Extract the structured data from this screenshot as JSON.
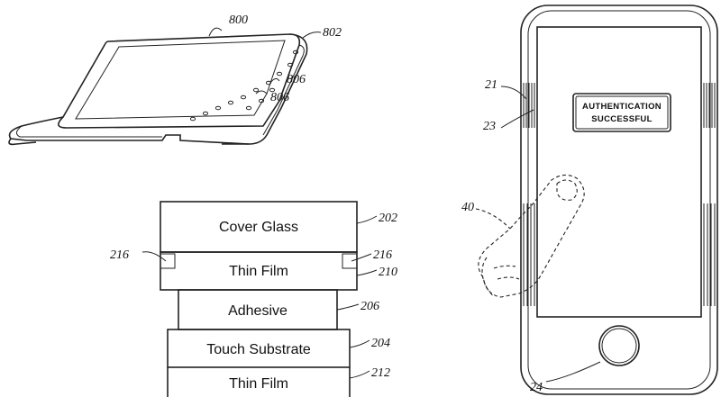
{
  "figure_a": {
    "ref_device": "800",
    "ref_edge": "802",
    "ref_holes_1": "806",
    "ref_holes_2": "806"
  },
  "figure_b": {
    "layers": {
      "cover_glass": "Cover Glass",
      "thin_film_top": "Thin Film",
      "adhesive": "Adhesive",
      "touch_substrate": "Touch Substrate",
      "thin_film_bottom": "Thin Film"
    },
    "refs": {
      "cover_glass": "202",
      "gap_left": "216",
      "gap_right": "216",
      "thin_film_top": "210",
      "adhesive": "206",
      "touch_substrate": "204",
      "thin_film_bottom": "212"
    }
  },
  "figure_c": {
    "screen_message_line1": "AUTHENTICATION",
    "screen_message_line2": "SUCCESSFUL",
    "refs": {
      "housing": "21",
      "sensor": "23",
      "finger": "40",
      "home_button": "24"
    }
  }
}
